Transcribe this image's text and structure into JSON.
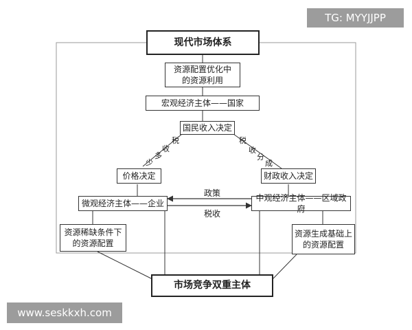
{
  "watermarks": {
    "top_right": "TG: MYYJJPP",
    "bottom_left": "www.seskkxh.com"
  },
  "boxes": {
    "modern_market_system": "现代市场体系",
    "resource_optimization": "资源配置优化中\n的资源利用",
    "macro_economic_subject": "宏观经济主体——国家",
    "national_income": "国民收入决定",
    "price_decision": "价格决定",
    "fiscal_income": "财政收入决定",
    "micro_economic_subject": "微观经济主体——企业",
    "meso_economic_subject": "中观经济主体——区域政府",
    "scarce_resources": "资源稀缺条件下\n的资源配置",
    "resource_generation": "资源生成基础上\n的资源配置",
    "dual_subject": "市场竞争双重主体"
  },
  "edge_labels": {
    "left_tax_1": "税",
    "left_tax_2": "收",
    "left_tax_3": "少",
    "left_tax_4": "多",
    "right_tax_1": "税",
    "right_tax_2": "收",
    "right_tax_3": "分",
    "right_tax_4": "成",
    "policy": "政策",
    "tax": "税收"
  },
  "colors": {
    "line": "#333333",
    "watermark_bg": "#9c9c9c"
  }
}
